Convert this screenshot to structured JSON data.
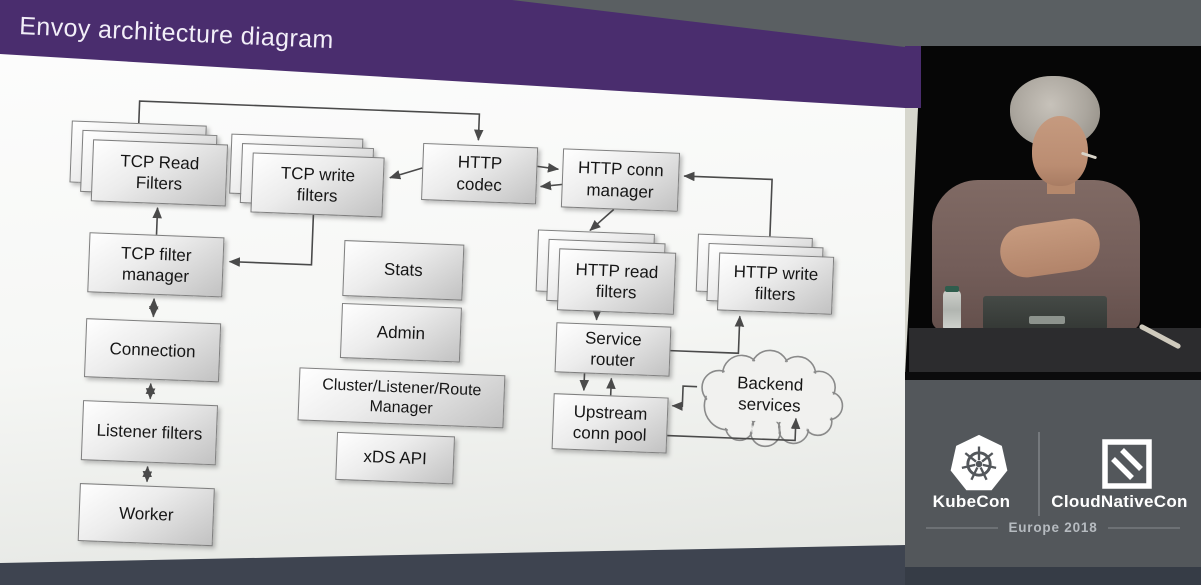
{
  "slide": {
    "title": "Envoy architecture diagram"
  },
  "diagram": {
    "nodes": [
      {
        "id": "tcp-read-filters",
        "label": "TCP Read Filters",
        "stacked": true
      },
      {
        "id": "tcp-write-filters",
        "label": "TCP write filters",
        "stacked": true
      },
      {
        "id": "http-codec",
        "label": "HTTP codec",
        "stacked": false
      },
      {
        "id": "http-conn-manager",
        "label": "HTTP conn manager",
        "stacked": false
      },
      {
        "id": "tcp-filter-manager",
        "label": "TCP filter manager",
        "stacked": false
      },
      {
        "id": "connection",
        "label": "Connection",
        "stacked": false
      },
      {
        "id": "listener-filters",
        "label": "Listener filters",
        "stacked": false
      },
      {
        "id": "worker",
        "label": "Worker",
        "stacked": false
      },
      {
        "id": "stats",
        "label": "Stats",
        "stacked": false
      },
      {
        "id": "admin",
        "label": "Admin",
        "stacked": false
      },
      {
        "id": "cluster-listener-route-manager",
        "label": "Cluster/Listener/Route Manager",
        "stacked": false
      },
      {
        "id": "xds-api",
        "label": "xDS API",
        "stacked": false
      },
      {
        "id": "http-read-filters",
        "label": "HTTP read filters",
        "stacked": true
      },
      {
        "id": "http-write-filters",
        "label": "HTTP write filters",
        "stacked": true
      },
      {
        "id": "service-router",
        "label": "Service router",
        "stacked": false
      },
      {
        "id": "upstream-conn-pool",
        "label": "Upstream conn pool",
        "stacked": false
      },
      {
        "id": "backend-services",
        "label": "Backend services",
        "shape": "cloud"
      }
    ],
    "edges": [
      {
        "from": "tcp-read-filters",
        "to": "http-codec",
        "type": "arrow"
      },
      {
        "from": "tcp-filter-manager",
        "to": "tcp-read-filters",
        "type": "arrow"
      },
      {
        "from": "http-codec",
        "to": "tcp-write-filters",
        "type": "arrow"
      },
      {
        "from": "tcp-write-filters",
        "to": "tcp-filter-manager",
        "type": "arrow"
      },
      {
        "from": "http-codec",
        "to": "http-conn-manager",
        "type": "arrow"
      },
      {
        "from": "http-conn-manager",
        "to": "http-codec",
        "type": "arrow"
      },
      {
        "from": "http-conn-manager",
        "to": "http-read-filters",
        "type": "arrow"
      },
      {
        "from": "http-write-filters",
        "to": "http-conn-manager",
        "type": "arrow"
      },
      {
        "from": "http-read-filters",
        "to": "service-router",
        "type": "arrow"
      },
      {
        "from": "service-router",
        "to": "http-write-filters",
        "type": "arrow"
      },
      {
        "from": "service-router",
        "to": "upstream-conn-pool",
        "type": "arrow"
      },
      {
        "from": "upstream-conn-pool",
        "to": "service-router",
        "type": "arrow"
      },
      {
        "from": "backend-services",
        "to": "upstream-conn-pool",
        "type": "arrow"
      },
      {
        "from": "upstream-conn-pool",
        "to": "backend-services",
        "type": "arrow"
      },
      {
        "from": "tcp-filter-manager",
        "to": "connection",
        "type": "double-arrow"
      },
      {
        "from": "connection",
        "to": "listener-filters",
        "type": "double-arrow"
      },
      {
        "from": "listener-filters",
        "to": "worker",
        "type": "double-arrow"
      }
    ]
  },
  "footer": {
    "kubecon_label": "KubeCon",
    "cloudnativecon_label": "CloudNativeCon",
    "event_label": "Europe 2018"
  },
  "colors": {
    "banner_purple": "#4a2d6e",
    "frame_top_gray": "#5a5f62",
    "frame_bottom_slate": "#3e4450",
    "footer_bg": "#53575b",
    "box_border": "#7f7f7f"
  }
}
